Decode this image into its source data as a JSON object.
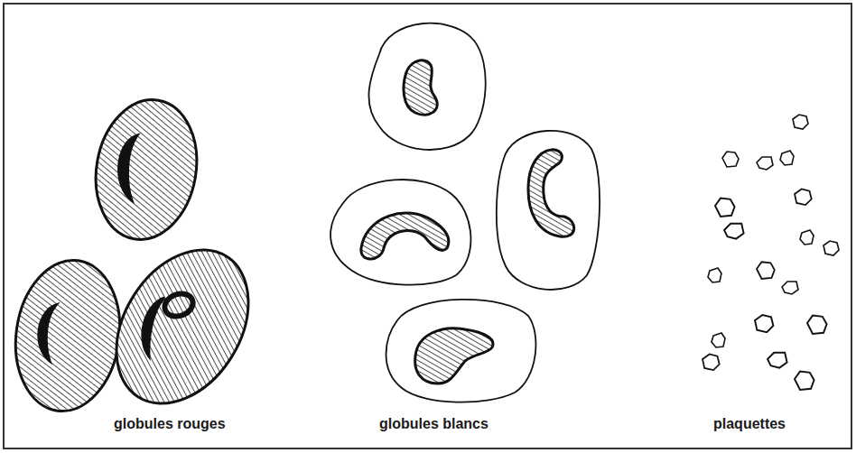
{
  "diagram": {
    "labels": [
      "globules rouges",
      "globules blancs",
      "plaquettes"
    ]
  }
}
